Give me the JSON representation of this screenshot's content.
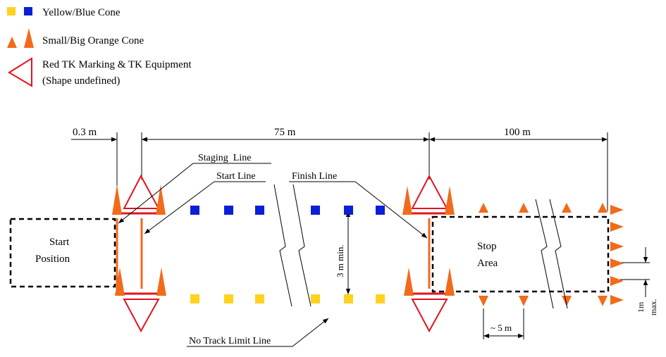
{
  "legend": {
    "yellow_blue": "Yellow/Blue Cone",
    "orange": "Small/Big Orange Cone",
    "red_tk_line1": "Red TK Marking & TK Equipment",
    "red_tk_line2": "(Shape undefined)"
  },
  "dimensions": {
    "offset": "0.3 m",
    "track_length": "75 m",
    "stop_length": "100 m",
    "width": "3 m min.",
    "cone_spacing": "~ 5 m",
    "gap_1": "1m",
    "gap_2": "max."
  },
  "labels": {
    "staging_line": "Staging  Line",
    "start_line": "Start Line",
    "finish_line": "Finish Line",
    "no_track_limit": "No Track Limit Line",
    "start_position_1": "Start",
    "start_position_2": "Position",
    "stop_area_1": "Stop",
    "stop_area_2": "Area"
  },
  "colors": {
    "yellow": "#FFD21F",
    "blue": "#0B1FD6",
    "orange": "#F26A1B",
    "red": "#E0141E",
    "line": "#000000"
  }
}
